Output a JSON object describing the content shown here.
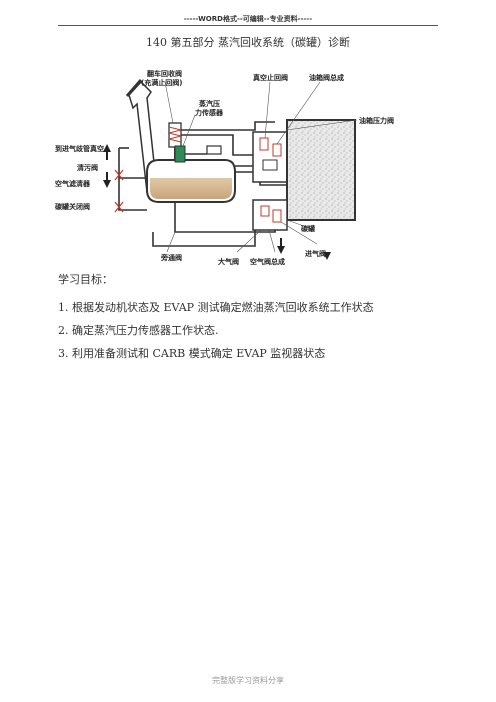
{
  "header": {
    "banner": "-----WORD格式--可编辑--专业资料-----"
  },
  "page_title": "140 第五部分    蒸汽回收系统（碳罐）诊断",
  "diagram": {
    "labels": {
      "rollover_valve_line1": "翻车回收阀",
      "rollover_valve_line2": "(充满止回阀)",
      "vacuum_check_valve": "真空止回阀",
      "fuel_valve_assembly": "油箱阀总成",
      "vapor_pressure_sensor_line1": "蒸汽压",
      "vapor_pressure_sensor_line2": "力传感器",
      "fuel_tank_pressure_valve": "油箱压力阀",
      "to_intake_vacuum": "到进气歧管真空",
      "purge_valve": "清污阀",
      "air_filter": "空气滤清器",
      "canister_close_valve": "碳罐关闭阀",
      "canister": "碳罐",
      "bypass_valve": "旁通阀",
      "atmosphere_valve": "大气阀",
      "air_valve_assembly": "空气阀总成",
      "inlet_valve": "进气阀"
    }
  },
  "objectives": {
    "heading": "学习目标：",
    "items": [
      {
        "num": "1.",
        "text": "根据发动机状态及 EVAP 测试确定燃油蒸汽回收系统工作状态"
      },
      {
        "num": "2.",
        "text": "确定蒸汽压力传感器工作状态."
      },
      {
        "num": "3.",
        "text": "利用准备测试和 CARB 模式确定 EVAP  监视器状态"
      }
    ]
  },
  "footer": {
    "watermark": "完整版学习资料分享"
  }
}
